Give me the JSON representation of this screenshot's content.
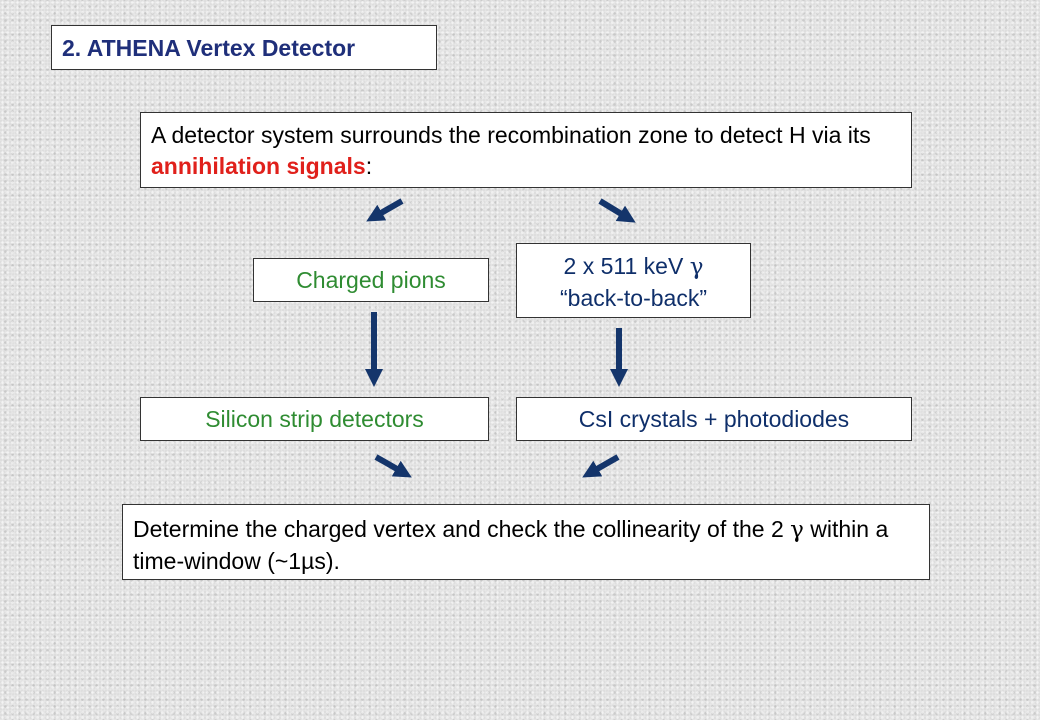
{
  "slide": {
    "title": "2. ATHENA Vertex Detector"
  },
  "intro": {
    "text_before": "A detector system surrounds the recombination zone to detect H via its ",
    "highlight": "annihilation signals",
    "text_after": ":"
  },
  "nodes": {
    "charged_pions": "Charged pions",
    "gamma_line1": "2 x 511 keV",
    "gamma_symbol": "γ",
    "gamma_line2": "“back-to-back”",
    "silicon": "Silicon strip detectors",
    "csi": "CsI crystals + photodiodes"
  },
  "result": {
    "text_before": "Determine the charged vertex and check the collinearity of the 2 ",
    "gamma_symbol": "γ",
    "text_after": " within a time-window (~1µs)."
  },
  "colors": {
    "title": "#1f2f7a",
    "highlight": "#e0201b",
    "green_text": "#2f8c32",
    "blue_text": "#0f2f6a",
    "arrow": "#14356b"
  }
}
